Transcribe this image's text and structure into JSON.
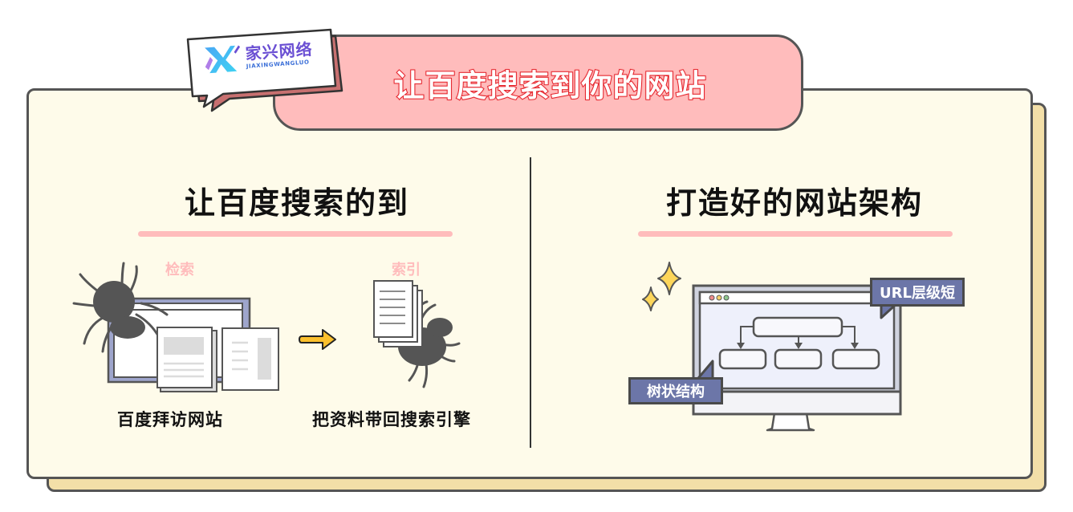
{
  "logo": {
    "name_cn": "家兴网络",
    "name_en": "JIAXINGWANGLUO",
    "icon": "x-logo-icon"
  },
  "banner": {
    "title": "让百度搜索到你的网站"
  },
  "left_section": {
    "title": "让百度搜索的到",
    "steps": [
      {
        "label": "检索",
        "caption": "百度拜访网站",
        "icon": "spider-crawling-browser-icon"
      },
      {
        "label": "索引",
        "caption": "把资料带回搜索引擎",
        "icon": "spider-carrying-documents-icon"
      }
    ],
    "arrow": "arrow-right-icon"
  },
  "right_section": {
    "title": "打造好的网站架构",
    "tags": {
      "url": "URL层级短",
      "tree": "树状结构"
    },
    "icon": "monitor-sitemap-icon"
  },
  "colors": {
    "card_bg": "#fefbea",
    "card_back": "#f3dfa8",
    "banner_bg": "#ffbcbc",
    "banner_stroke": "#e5232b",
    "accent_pink": "#ffbcbc",
    "tag_bg": "#6c76a8",
    "outline": "#555555",
    "arrow_yellow": "#fbc02d"
  }
}
